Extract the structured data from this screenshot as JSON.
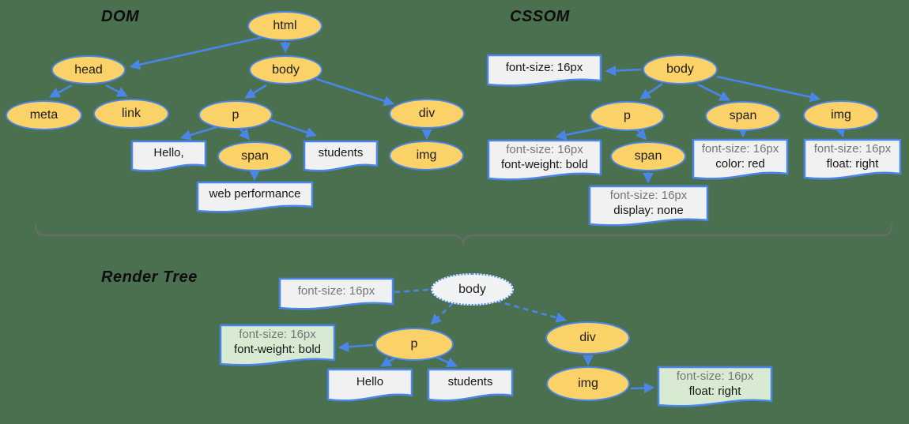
{
  "colors": {
    "canvas_green": "#4A7050",
    "accent_blue": "#4A86E8",
    "node_yellow": "#FBD267",
    "doc_gray": "#F1F1F1",
    "highlight_green": "#D9EAD3",
    "ghost_node_gray": "#F1F3F4",
    "muted_text_gray": "#757575",
    "brace_gray": "#6B6B6B"
  },
  "dom": {
    "title": "DOM",
    "html": "html",
    "head": "head",
    "body": "body",
    "meta": "meta",
    "link": "link",
    "p": "p",
    "span": "span",
    "div": "div",
    "img": "img",
    "text_hello": "Hello,",
    "text_students": "students",
    "text_webperf": "web performance"
  },
  "cssom": {
    "title": "CSSOM",
    "body": "body",
    "p": "p",
    "span": "span",
    "img": "img",
    "span_child": "span",
    "rule_body": "font-size: 16px",
    "rule_p_1": "font-size: 16px",
    "rule_p_2": "font-weight: bold",
    "rule_span_1": "font-size: 16px",
    "rule_span_2": "color: red",
    "rule_img_1": "font-size: 16px",
    "rule_img_2": "float: right",
    "rule_span_child_1": "font-size: 16px",
    "rule_span_child_2": "display: none"
  },
  "render": {
    "title": "Render Tree",
    "body": "body",
    "p": "p",
    "div": "div",
    "img": "img",
    "text_hello": "Hello",
    "text_students": "students",
    "style_body": "font-size: 16px",
    "style_p_1": "font-size: 16px",
    "style_p_2": "font-weight: bold",
    "style_img_1": "font-size: 16px",
    "style_img_2": "float: right"
  }
}
